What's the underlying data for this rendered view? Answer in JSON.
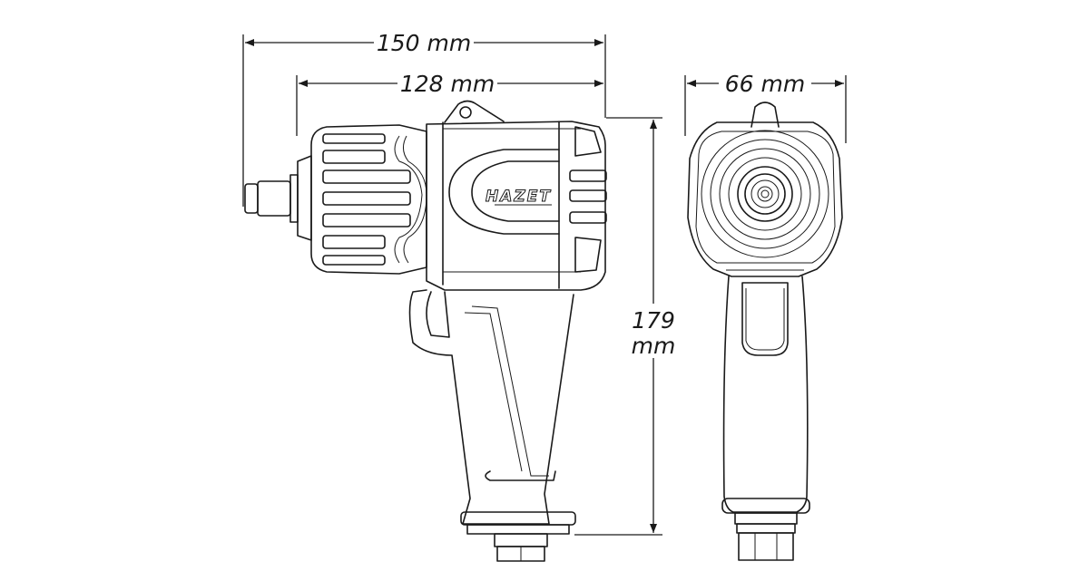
{
  "dimensions": {
    "overall_length": "150 mm",
    "body_length": "128 mm",
    "width": "66 mm",
    "height_value": "179",
    "height_unit": "mm"
  },
  "brand_logo": "HAZET",
  "colors": {
    "line": "#1a1a1a",
    "background": "#ffffff"
  }
}
